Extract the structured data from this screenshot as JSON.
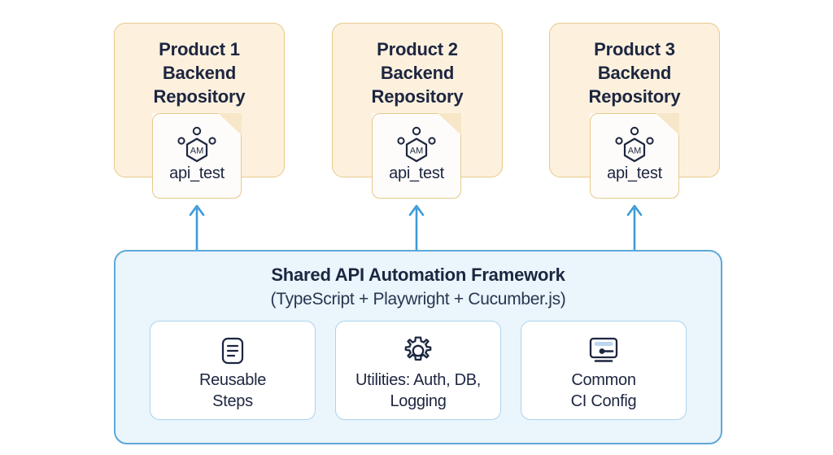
{
  "diagram": {
    "repositories": [
      {
        "title_lines": [
          "Product 1",
          "Backend",
          "Repository"
        ],
        "doc_label": "api_test",
        "doc_icon": "am-hexagon-node-icon"
      },
      {
        "title_lines": [
          "Product 2",
          "Backend",
          "Repository"
        ],
        "doc_label": "api_test",
        "doc_icon": "am-hexagon-node-icon"
      },
      {
        "title_lines": [
          "Product 3",
          "Backend",
          "Repository"
        ],
        "doc_label": "api_test",
        "doc_icon": "am-hexagon-node-icon"
      }
    ],
    "arrows": [
      {
        "name": "arrow-framework-to-product-1",
        "direction": "up"
      },
      {
        "name": "arrow-framework-to-product-2",
        "direction": "up"
      },
      {
        "name": "arrow-framework-to-product-3",
        "direction": "up"
      }
    ],
    "framework": {
      "title": "Shared API Automation Framework",
      "subtitle": "(TypeScript + Playwright + Cucumber.js)",
      "cards": [
        {
          "label": "Reusable Steps",
          "label_lines": [
            "Reusable",
            "Steps"
          ],
          "icon": "document-lines-icon"
        },
        {
          "label": "Utilities: Auth, DB, Logging",
          "label_lines": [
            "Utilities: Auth, DB,",
            "Logging"
          ],
          "icon": "gear-icon"
        },
        {
          "label": "Common CI Config",
          "label_lines": [
            "Common",
            "CI Config"
          ],
          "icon": "monitor-key-icon"
        }
      ]
    },
    "colors": {
      "repo_fill": "#fdf1de",
      "repo_border": "#e7c98a",
      "doc_fill": "#fdfcfa",
      "doc_fold": "#f7e7c8",
      "framework_fill": "#eaf5fc",
      "framework_border": "#5fa8d8",
      "card_border": "#aed3ea",
      "arrow": "#3d9bd6",
      "text_dark": "#1d2640",
      "icon_dark": "#1d2640",
      "page_background": "#ffffff"
    }
  }
}
